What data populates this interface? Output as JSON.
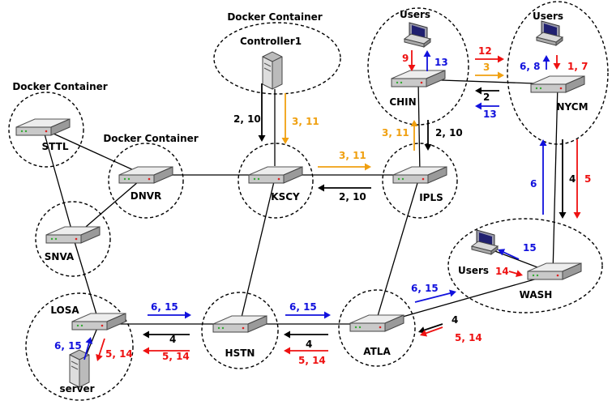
{
  "containers": {
    "docker_top": "Docker Container",
    "docker_left": "Docker Container",
    "docker_mid": "Docker Container"
  },
  "nodes": {
    "controller": "Controller1",
    "sttl": "STTL",
    "dnvr": "DNVR",
    "kscy": "KSCY",
    "ipls": "IPLS",
    "chin": "CHIN",
    "nycm": "NYCM",
    "snva": "SNVA",
    "losa": "LOSA",
    "hstn": "HSTN",
    "atla": "ATLA",
    "wash": "WASH",
    "server": "server",
    "users_chin": "Users",
    "users_nycm": "Users",
    "users_wash": "Users"
  },
  "flows": {
    "ctrl_down": "2, 10",
    "ctrl_up": "3, 11",
    "kscy_ipls_fwd": "3, 11",
    "ipls_kscy_back": "2, 10",
    "ipls_chin_up": "3, 11",
    "chin_ipls_down": "2, 10",
    "chin_user_in": "9",
    "chin_user_out": "13",
    "chin_nycm_red": "12",
    "chin_nycm_orange": "3",
    "nycm_chin_black": "2",
    "nycm_chin_blue": "13",
    "nycm_user_out": "6, 8",
    "nycm_user_in": "1, 7",
    "wash_nycm_up": "6",
    "nycm_wash_black": "4",
    "nycm_wash_red": "5",
    "wash_user_blue": "15",
    "wash_user_red": "14",
    "atla_wash_blue": "6, 15",
    "wash_atla_black": "4",
    "wash_atla_red": "5, 14",
    "hstn_atla_blue": "6, 15",
    "atla_hstn_black": "4",
    "atla_hstn_red": "5, 14",
    "losa_hstn_blue": "6, 15",
    "hstn_losa_black": "4",
    "hstn_losa_red": "5, 14",
    "server_up_blue": "6, 15",
    "server_down_red": "5, 14"
  },
  "colors": {
    "black": "#000000",
    "red": "#ee1111",
    "blue": "#1111dd",
    "orange": "#f0a010"
  }
}
